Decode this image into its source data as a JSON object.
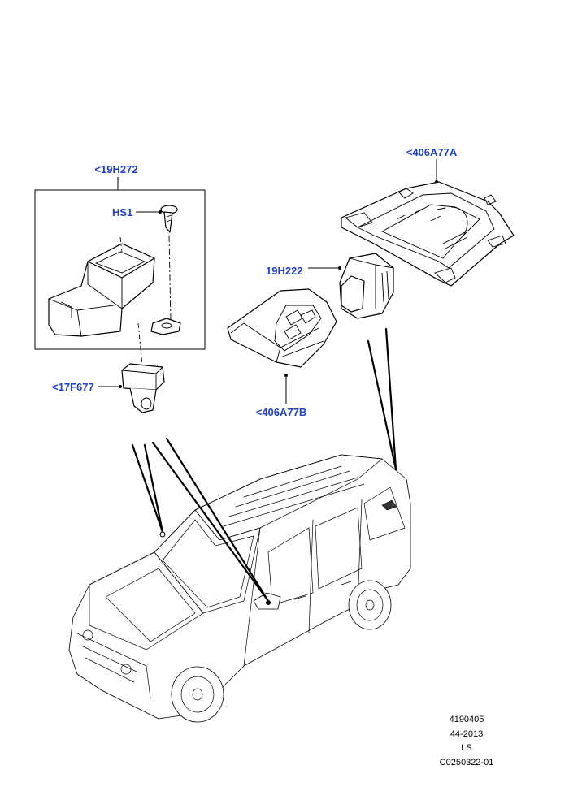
{
  "callouts": {
    "c19h272": "<19H272",
    "hs1": "HS1",
    "c17f677": "<17F677",
    "c406a77a": "<406A77A",
    "c19h222": "19H222",
    "c406a77b": "<406A77B"
  },
  "reference": {
    "line1": "4190405",
    "line2": "44-2013",
    "line3": "LS",
    "line4": "C0250322-01"
  }
}
